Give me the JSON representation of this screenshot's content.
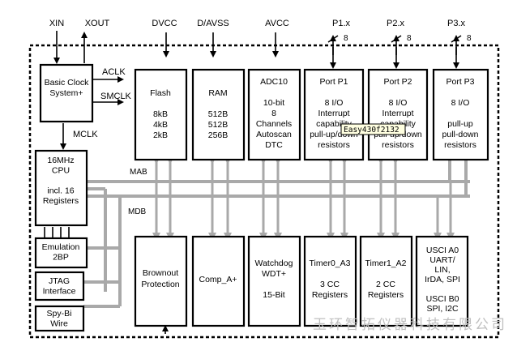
{
  "signals": {
    "xin": "XIN",
    "xout": "XOUT",
    "dvcc": "DVCC",
    "davss": "D/AVSS",
    "avcc": "AVCC",
    "p1x": "P1.x",
    "p2x": "P2.x",
    "p3x": "P3.x",
    "port_width": "8",
    "aclk": "ACLK",
    "smclk": "SMCLK",
    "mclk": "MCLK",
    "mab": "MAB",
    "mdb": "MDB"
  },
  "blocks": {
    "clock": [
      "Basic Clock",
      "System+"
    ],
    "cpu": [
      "16MHz",
      "CPU",
      "",
      "incl. 16",
      "Registers"
    ],
    "emulation": [
      "Emulation",
      "2BP"
    ],
    "jtag": [
      "JTAG",
      "Interface"
    ],
    "spybi": [
      "Spy-Bi",
      "Wire"
    ],
    "flash": [
      "Flash",
      "",
      "8kB",
      "4kB",
      "2kB"
    ],
    "ram": [
      "RAM",
      "",
      "512B",
      "512B",
      "256B"
    ],
    "adc": [
      "ADC10",
      "",
      "10-bit",
      "8",
      "Channels",
      "Autoscan",
      "DTC"
    ],
    "port1": [
      "Port P1",
      "",
      "8 I/O",
      "Interrupt",
      "capability",
      "pull-up/down",
      "resistors"
    ],
    "port2": [
      "Port P2",
      "",
      "8 I/O",
      "Interrupt",
      "capability",
      "pull-up/down",
      "resistors"
    ],
    "port3": [
      "Port P3",
      "",
      "8 I/O",
      "",
      "pull-up",
      "pull-down",
      "resistors"
    ],
    "brownout": [
      "Brownout",
      "Protection"
    ],
    "comp": [
      "Comp_A+"
    ],
    "watchdog": [
      "Watchdog",
      "WDT+",
      "",
      "15-Bit"
    ],
    "timer0": [
      "Timer0_A3",
      "",
      "3 CC",
      "Registers"
    ],
    "timer1": [
      "Timer1_A2",
      "",
      "2 CC",
      "Registers"
    ],
    "usci": [
      "USCI A0",
      "UART/",
      "LIN,",
      "IrDA, SPI",
      "",
      "USCI B0",
      "SPI, I2C"
    ]
  },
  "tooltip": "Easy430f2132",
  "watermark": "玉环智拓仪器科技有限公司",
  "colors": {
    "bus": "#a9a9a9",
    "line": "#000000",
    "watermark": "#c0c0c0",
    "tooltip_bg": "#ffffe1"
  }
}
